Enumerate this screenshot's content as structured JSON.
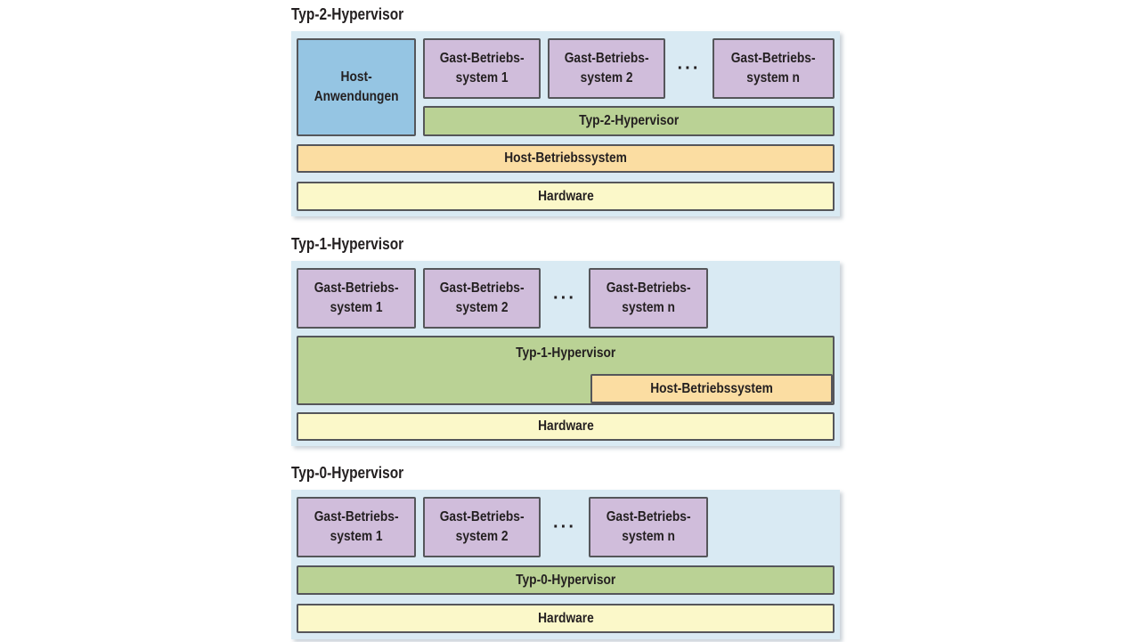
{
  "diagram": {
    "type": "layered-architecture",
    "language": "de"
  },
  "colors": {
    "panel_bg": "#d9eaf3",
    "host_app_fill": "#95c5e3",
    "guest_fill": "#d0bddb",
    "hypervisor_fill": "#bad295",
    "host_os_fill": "#fbdda2",
    "hardware_fill": "#fbf8c9",
    "border": "#55565a",
    "text": "#231f20"
  },
  "sections": [
    {
      "id": "typ2",
      "title": "Typ-2-Hypervisor",
      "host_applications": {
        "lines": [
          "Host-",
          "Anwendungen"
        ]
      },
      "guests": [
        {
          "lines": [
            "Gast-Betriebs-",
            "system 1"
          ]
        },
        {
          "lines": [
            "Gast-Betriebs-",
            "system 2"
          ]
        },
        {
          "lines": [
            "Gast-Betriebs-",
            "system n"
          ]
        }
      ],
      "ellipsis": "···",
      "hypervisor_label": "Typ-2-Hypervisor",
      "host_os_label": "Host-Betriebssystem",
      "hardware_label": "Hardware"
    },
    {
      "id": "typ1",
      "title": "Typ-1-Hypervisor",
      "guests": [
        {
          "lines": [
            "Gast-Betriebs-",
            "system 1"
          ]
        },
        {
          "lines": [
            "Gast-Betriebs-",
            "system 2"
          ]
        },
        {
          "lines": [
            "Gast-Betriebs-",
            "system n"
          ]
        }
      ],
      "ellipsis": "···",
      "hypervisor_label": "Typ-1-Hypervisor",
      "host_os_label": "Host-Betriebssystem",
      "hardware_label": "Hardware"
    },
    {
      "id": "typ0",
      "title": "Typ-0-Hypervisor",
      "guests": [
        {
          "lines": [
            "Gast-Betriebs-",
            "system 1"
          ]
        },
        {
          "lines": [
            "Gast-Betriebs-",
            "system 2"
          ]
        },
        {
          "lines": [
            "Gast-Betriebs-",
            "system n"
          ]
        }
      ],
      "ellipsis": "···",
      "hypervisor_label": "Typ-0-Hypervisor",
      "hardware_label": "Hardware"
    }
  ]
}
